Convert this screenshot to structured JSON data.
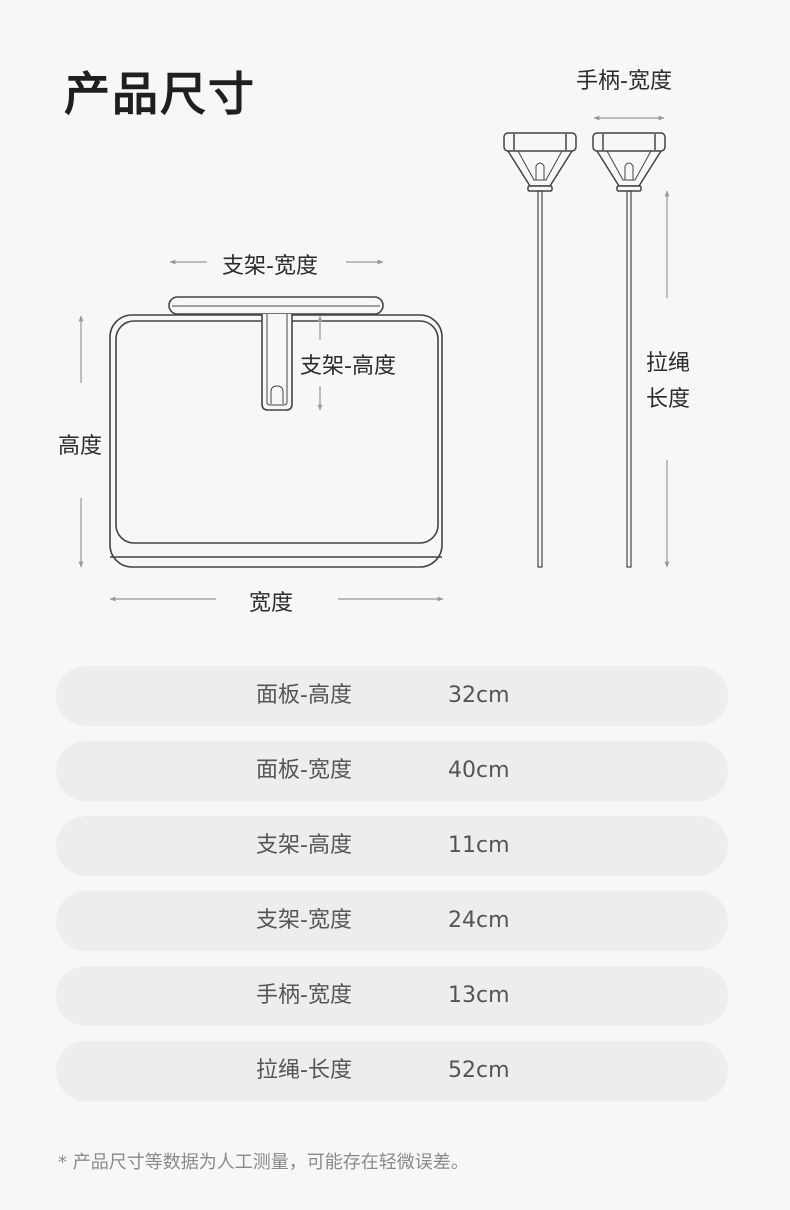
{
  "page": {
    "title": "产品尺寸",
    "footnote": "* 产品尺寸等数据为人工测量，可能存在轻微误差。"
  },
  "diagram": {
    "label_handle_width": "手柄-宽度",
    "label_stand_width": "支架-宽度",
    "label_stand_height": "支架-高度",
    "label_height": "高度",
    "label_width": "宽度",
    "label_rope_length_line1": "拉绳",
    "label_rope_length_line2": "长度"
  },
  "specs": [
    {
      "name": "面板-高度",
      "value": "32cm"
    },
    {
      "name": "面板-宽度",
      "value": "40cm"
    },
    {
      "name": "支架-高度",
      "value": "11cm"
    },
    {
      "name": "支架-宽度",
      "value": "24cm"
    },
    {
      "name": "手柄-宽度",
      "value": "13cm"
    },
    {
      "name": "拉绳-长度",
      "value": "52cm"
    }
  ]
}
